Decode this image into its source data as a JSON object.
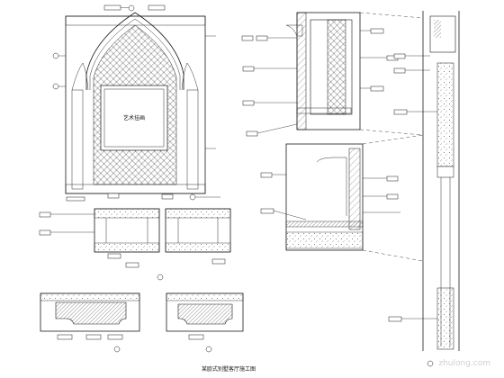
{
  "drawing": {
    "panel_text": "艺术挂画",
    "bottom_caption": "某欧式别墅客厅施工图",
    "watermark": "zhulong.com"
  },
  "colors": {
    "line": "#1a1a1a",
    "hatch": "#555555",
    "watermark": "#cfcfcf",
    "background": "#ffffff"
  }
}
